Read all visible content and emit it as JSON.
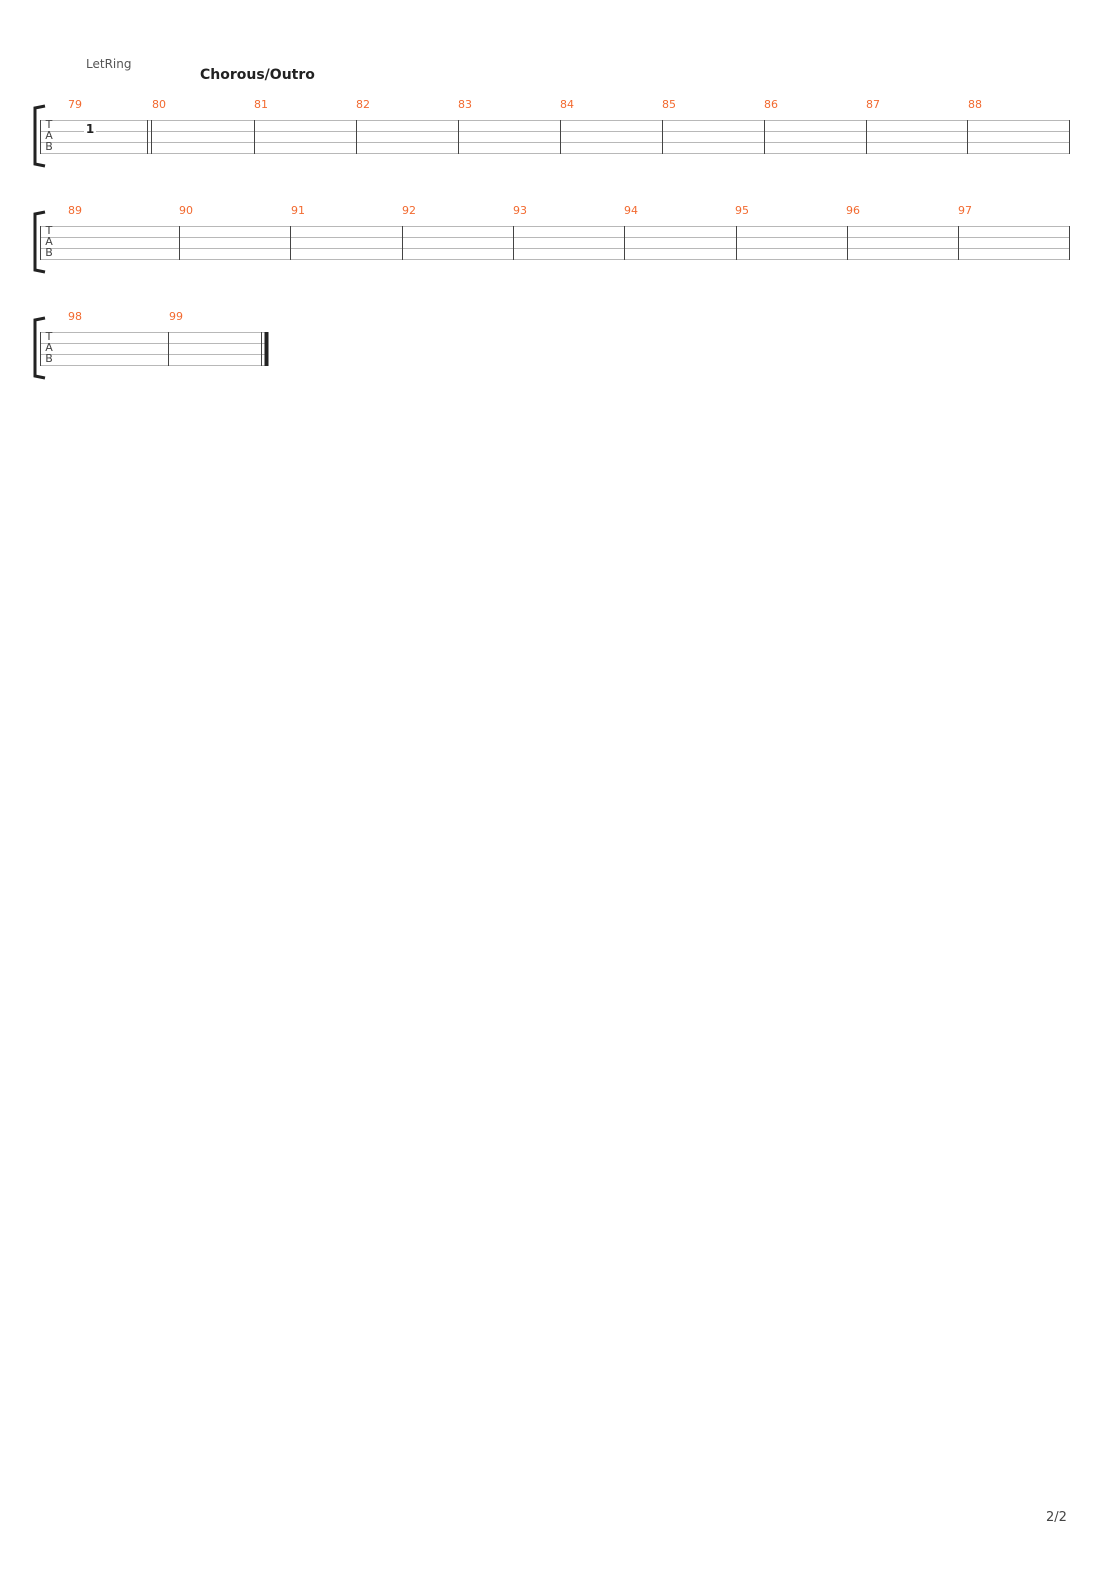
{
  "annotations": {
    "let_ring": "LetRing",
    "section_marker": "Chorous/Outro"
  },
  "tab_clef": [
    "T",
    "A",
    "B"
  ],
  "colors": {
    "bar_number": "#f26a30",
    "staff_line": "#b8b8b8",
    "barline": "#444444",
    "bracket": "#222222",
    "text": "#333333"
  },
  "systems": [
    {
      "bars": [
        "79",
        "80",
        "81",
        "82",
        "83",
        "84",
        "85",
        "86",
        "87",
        "88"
      ],
      "notes": [
        {
          "bar": "79",
          "string": 2,
          "fret": "1"
        }
      ],
      "repeat_double_bar_after": "79"
    },
    {
      "bars": [
        "89",
        "90",
        "91",
        "92",
        "93",
        "94",
        "95",
        "96",
        "97"
      ],
      "notes": []
    },
    {
      "bars": [
        "98",
        "99"
      ],
      "notes": [],
      "final_barline": true
    }
  ],
  "page_number": "2/2"
}
